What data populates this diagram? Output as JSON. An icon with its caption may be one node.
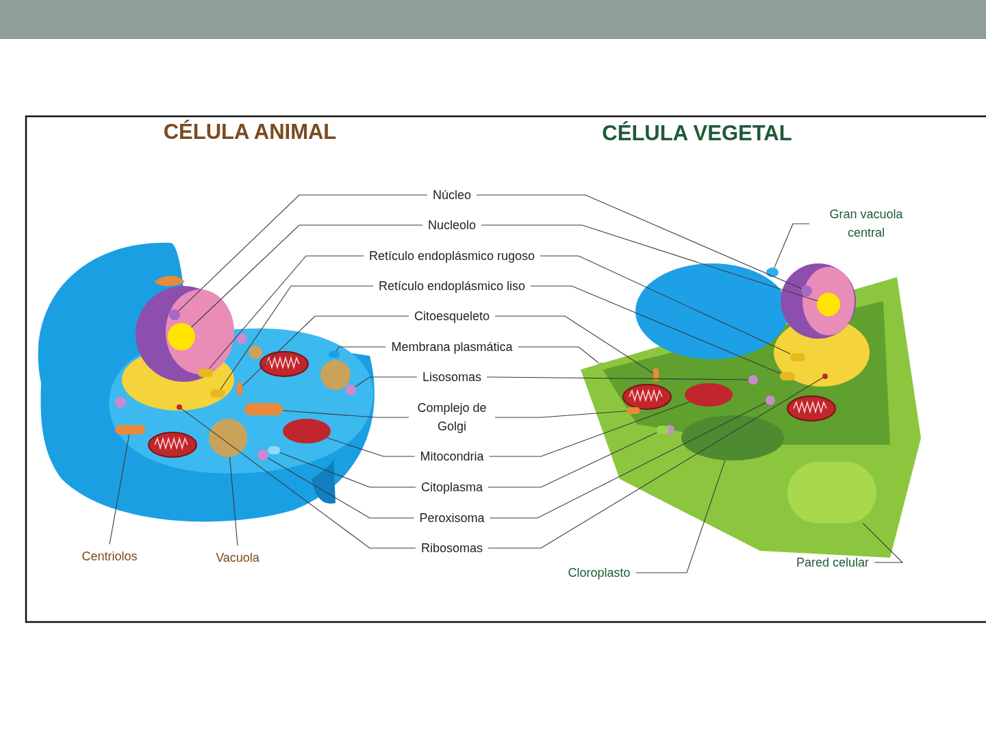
{
  "diagram": {
    "nodes": [
      {
        "text": [
          "Núcleo"
        ]
      },
      {
        "text": [
          "Gran vacuola central"
        ]
      },
      {
        "text": [
          "Nucleolo"
        ]
      },
      {
        "text": [
          "Retículo endoplásmico rugoso"
        ]
      },
      {
        "text": [
          "Retículo endoplásmico liso"
        ]
      },
      {
        "text": [
          "Citoesqueleto"
        ]
      },
      {
        "text": [
          "Membrana plasmática"
        ]
      },
      {
        "text": [
          "Lisosomas"
        ]
      },
      {
        "text": [
          "Complejo de Golgi"
        ]
      },
      {
        "text": [
          "Mitocondria"
        ]
      },
      {
        "text": [
          "Citoplasma"
        ]
      },
      {
        "text": [
          "Peroxisoma"
        ]
      },
      {
        "text": [
          "Ribosomas"
        ]
      },
      {
        "text": [
          "Centriolos"
        ]
      },
      {
        "text": [
          "Vacuola"
        ]
      },
      {
        "text": [
          "Pared celular"
        ]
      },
      {
        "text": [
          "Cloroplasto"
        ]
      },
      {
        "text": [],
        "shape": "circle"
      },
      {
        "text": [],
        "shape": "circle"
      },
      {
        "text": [],
        "shape": "circle"
      },
      {
        "text": [],
        "shape": "circle"
      },
      {
        "text": [],
        "shape": "circle"
      },
      {
        "text": [],
        "shape": "box"
      },
      {
        "text": [],
        "shape": "box"
      },
      {
        "text": [],
        "shape": "box"
      },
      {
        "text": [],
        "shape": "box"
      },
      {
        "text": [],
        "shape": "box"
      },
      {
        "text": [],
        "shape": "box"
      },
      {
        "text": [],
        "shape": "box"
      },
      {
        "text": [],
        "shape": "box"
      },
      {
        "text": [],
        "shape": "circle"
      },
      {
        "text": [],
        "shape": "circle"
      },
      {
        "text": [],
        "shape": "box"
      },
      {
        "text": [],
        "shape": "box"
      },
      {
        "text": [],
        "shape": "circle"
      },
      {
        "text": [],
        "shape": "circle"
      },
      {
        "text": [],
        "shape": "box"
      },
      {
        "text": [],
        "shape": "box"
      },
      {
        "text": [],
        "shape": "circle"
      },
      {
        "text": [],
        "shape": "circle"
      },
      {
        "text": [],
        "shape": "circle"
      },
      {
        "text": [],
        "shape": "circle"
      },
      {
        "text": [],
        "shape": "box"
      },
      {
        "text": [],
        "shape": "circle"
      },
      {
        "text": [],
        "shape": "box"
      },
      {
        "text": [],
        "shape": "circle"
      }
    ],
    "edges": [
      {
        "from": 0,
        "to": 17,
        "arrow": "none"
      },
      {
        "from": 0,
        "to": 18,
        "arrow": "none"
      },
      {
        "from": 1,
        "to": 19,
        "arrow": "none"
      },
      {
        "from": 2,
        "to": 20,
        "arrow": "none"
      },
      {
        "from": 2,
        "to": 21,
        "arrow": "none"
      },
      {
        "from": 3,
        "to": 22,
        "arrow": "none"
      },
      {
        "from": 3,
        "to": 23,
        "arrow": "none"
      },
      {
        "from": 4,
        "to": 24,
        "arrow": "none"
      },
      {
        "from": 4,
        "to": 25,
        "arrow": "none"
      },
      {
        "from": 5,
        "to": 26,
        "arrow": "none"
      },
      {
        "from": 5,
        "to": 27,
        "arrow": "none"
      },
      {
        "from": 6,
        "to": 28,
        "arrow": "none"
      },
      {
        "from": 6,
        "to": 29,
        "arrow": "none"
      },
      {
        "from": 7,
        "to": 30,
        "arrow": "none"
      },
      {
        "from": 7,
        "to": 31,
        "arrow": "none"
      },
      {
        "from": 8,
        "to": 32,
        "arrow": "none"
      },
      {
        "from": 8,
        "to": 33,
        "arrow": "none"
      },
      {
        "from": 9,
        "to": 34,
        "arrow": "none"
      },
      {
        "from": 9,
        "to": 35,
        "arrow": "none"
      },
      {
        "from": 10,
        "to": 36,
        "arrow": "none"
      },
      {
        "from": 10,
        "to": 37,
        "arrow": "none"
      },
      {
        "from": 11,
        "to": 38,
        "arrow": "none"
      },
      {
        "from": 11,
        "to": 39,
        "arrow": "none"
      },
      {
        "from": 12,
        "to": 40,
        "arrow": "none"
      },
      {
        "from": 12,
        "to": 41,
        "arrow": "none"
      },
      {
        "from": 13,
        "to": 42,
        "arrow": "none"
      },
      {
        "from": 14,
        "to": 43,
        "arrow": "none"
      },
      {
        "from": 15,
        "to": 44,
        "arrow": "none"
      },
      {
        "from": 16,
        "to": 45,
        "arrow": "none"
      }
    ],
    "labels": [
      "CÉLULA ANIMAL",
      "CÉLULA VEGETAL"
    ]
  }
}
